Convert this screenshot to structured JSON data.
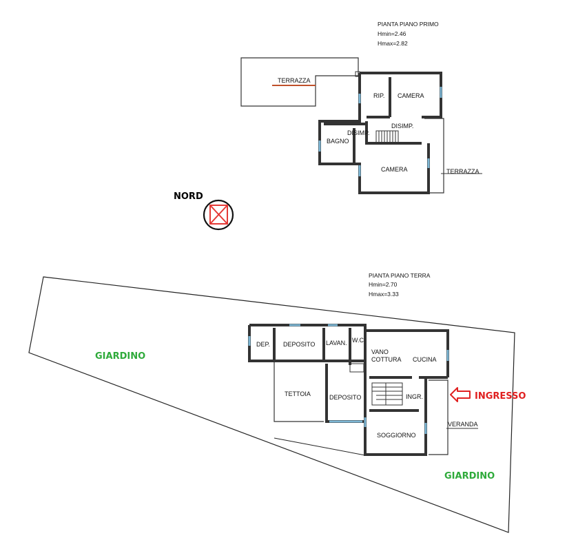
{
  "first_floor": {
    "title": "PIANTA PIANO PRIMO",
    "hmin": "Hmin=2.46",
    "hmax": "Hmax=2.82",
    "rooms": {
      "terrazza_top": "TERRAZZA",
      "rip": "RIP.",
      "camera_top": "CAMERA",
      "disimp_left": "DISIMP.",
      "disimp_right": "DISIMP.",
      "bagno": "BAGNO",
      "camera_bottom": "CAMERA",
      "terrazza_side": "TERRAZZA"
    }
  },
  "compass": {
    "label": "NORD",
    "color": "#e53935"
  },
  "ground_floor": {
    "title": "PIANTA PIANO TERRA",
    "hmin": "Hmin=2.70",
    "hmax": "Hmax=3.33",
    "rooms": {
      "dep": "DEP.",
      "deposito_top": "DEPOSITO",
      "lavan": "LAVAN.",
      "wc": "W.C",
      "vano": "VANO",
      "cottura": "COTTURA",
      "cucina": "CUCINA",
      "tettoia": "TETTOIA",
      "deposito_bottom": "DEPOSITO",
      "ingr": "INGR.",
      "soggiorno": "SOGGIORNO",
      "veranda": "VERANDA"
    }
  },
  "labels": {
    "giardino_left": "GIARDINO",
    "giardino_right": "GIARDINO",
    "ingresso": "INGRESSO"
  },
  "colors": {
    "garden": "#2eaa3a",
    "entry": "#e02020",
    "accent_underline": "#c0502a",
    "window": "#7fb8d6"
  }
}
